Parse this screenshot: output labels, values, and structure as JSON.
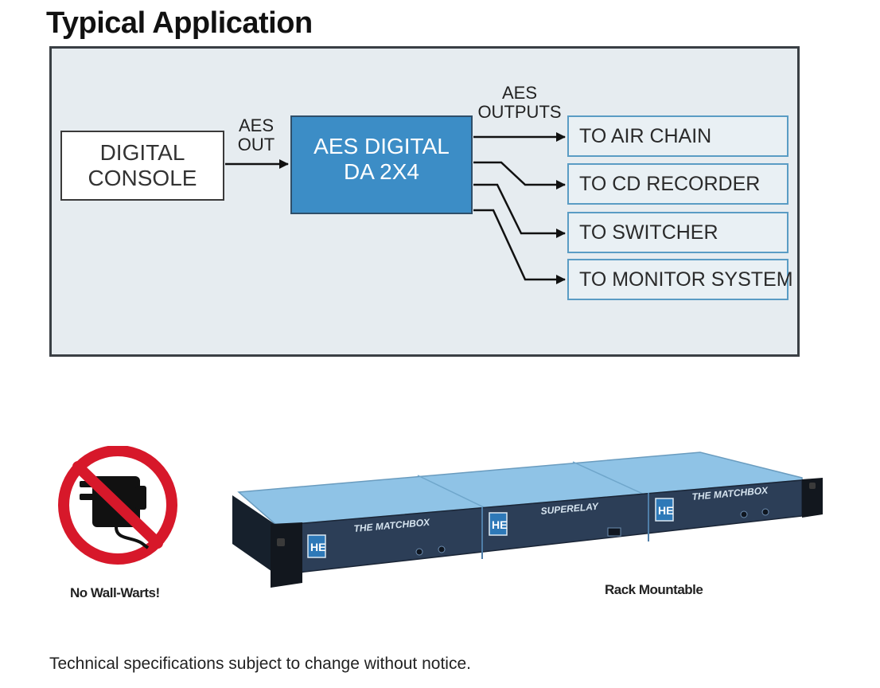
{
  "title": "Typical Application",
  "diagram": {
    "console_label": "DIGITAL\nCONSOLE",
    "da_label": "AES DIGITAL\nDA 2X4",
    "aes_out_label": "AES\nOUT",
    "aes_outputs_label": "AES\nOUTPUTS",
    "outputs": [
      "TO AIR CHAIN",
      "TO CD RECORDER",
      "TO SWITCHER",
      "TO MONITOR SYSTEM"
    ]
  },
  "products": {
    "no_wall_warts_caption": "No Wall-Warts!",
    "rack_caption": "Rack Mountable",
    "module_left_label": "THE MATCHBOX",
    "module_center_label": "SUPERELAY",
    "module_right_label": "THE MATCHBOX",
    "brand_logo": "HE"
  },
  "footer": "Technical specifications subject to change without notice.",
  "colors": {
    "panel_bg": "#e6ecf0",
    "da_box": "#3c8dc6",
    "output_border": "#5a9cc4",
    "prohibition_red": "#d7182a",
    "rack_blue": "#8fc3e6",
    "front_panel": "#2c3e57"
  }
}
